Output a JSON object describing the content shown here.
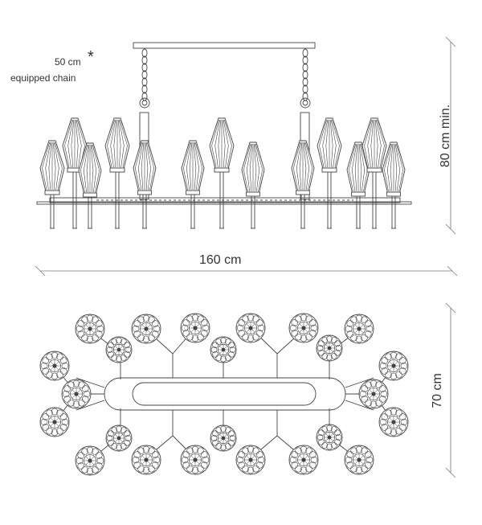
{
  "chain_note": {
    "length": "50 cm",
    "asterisk": "*",
    "description": "equipped chain"
  },
  "dimensions": {
    "height": "80 cm min.",
    "width": "160 cm",
    "depth": "70 cm"
  }
}
